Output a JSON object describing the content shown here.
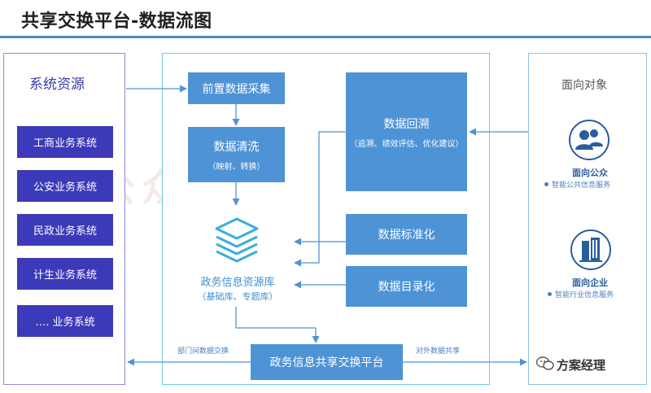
{
  "header": {
    "title": "共享交换平台-数据流图"
  },
  "source_panel": {
    "heading": "系统资源",
    "systems": [
      "工商业务系统",
      "公安业务系统",
      "民政业务系统",
      "计生业务系统",
      "…. 业务系统"
    ]
  },
  "platform": {
    "collect": "前置数据采集",
    "clean_title": "数据清洗",
    "clean_sub": "（映射、转换）",
    "trace_title": "数据回溯",
    "trace_sub": "（追溯、绩效评估、优化建议）",
    "standardize": "数据标准化",
    "catalog": "数据目录化",
    "library_title": "政务信息资源库",
    "library_sub": "（基础库、专题库）",
    "exchange": "政务信息共享交换平台",
    "left_flow_label": "部门间数据交换",
    "right_flow_label": "对外数据共享"
  },
  "audience": {
    "heading": "面向对象",
    "public_label": "面向公众",
    "public_desc": "智能公共信息服务",
    "enterprise_label": "面向企业",
    "enterprise_desc": "智能行业信息服务"
  },
  "watermark": {
    "text": "公众号：方案经理"
  },
  "brand": {
    "name": "方案经理"
  },
  "colors": {
    "accent": "#4e93d6",
    "system_box": "#3c3ab8",
    "arrow": "#4e93d6",
    "title_rule": "#4a86c6"
  }
}
